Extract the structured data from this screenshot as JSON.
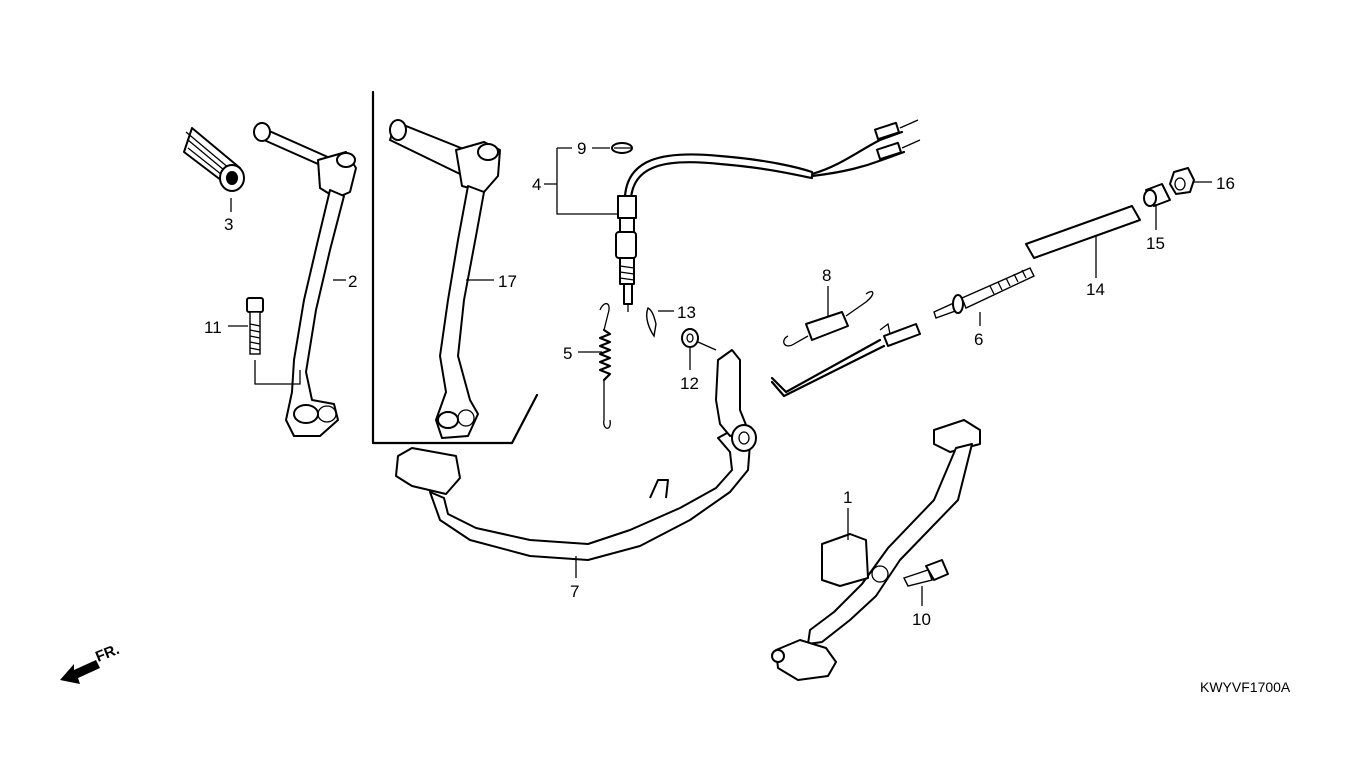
{
  "diagram": {
    "code": "KWYVF1700A",
    "direction_label": "FR.",
    "callouts": [
      "1",
      "2",
      "3",
      "4",
      "5",
      "6",
      "7",
      "8",
      "9",
      "10",
      "11",
      "12",
      "13",
      "14",
      "15",
      "16",
      "17"
    ]
  }
}
